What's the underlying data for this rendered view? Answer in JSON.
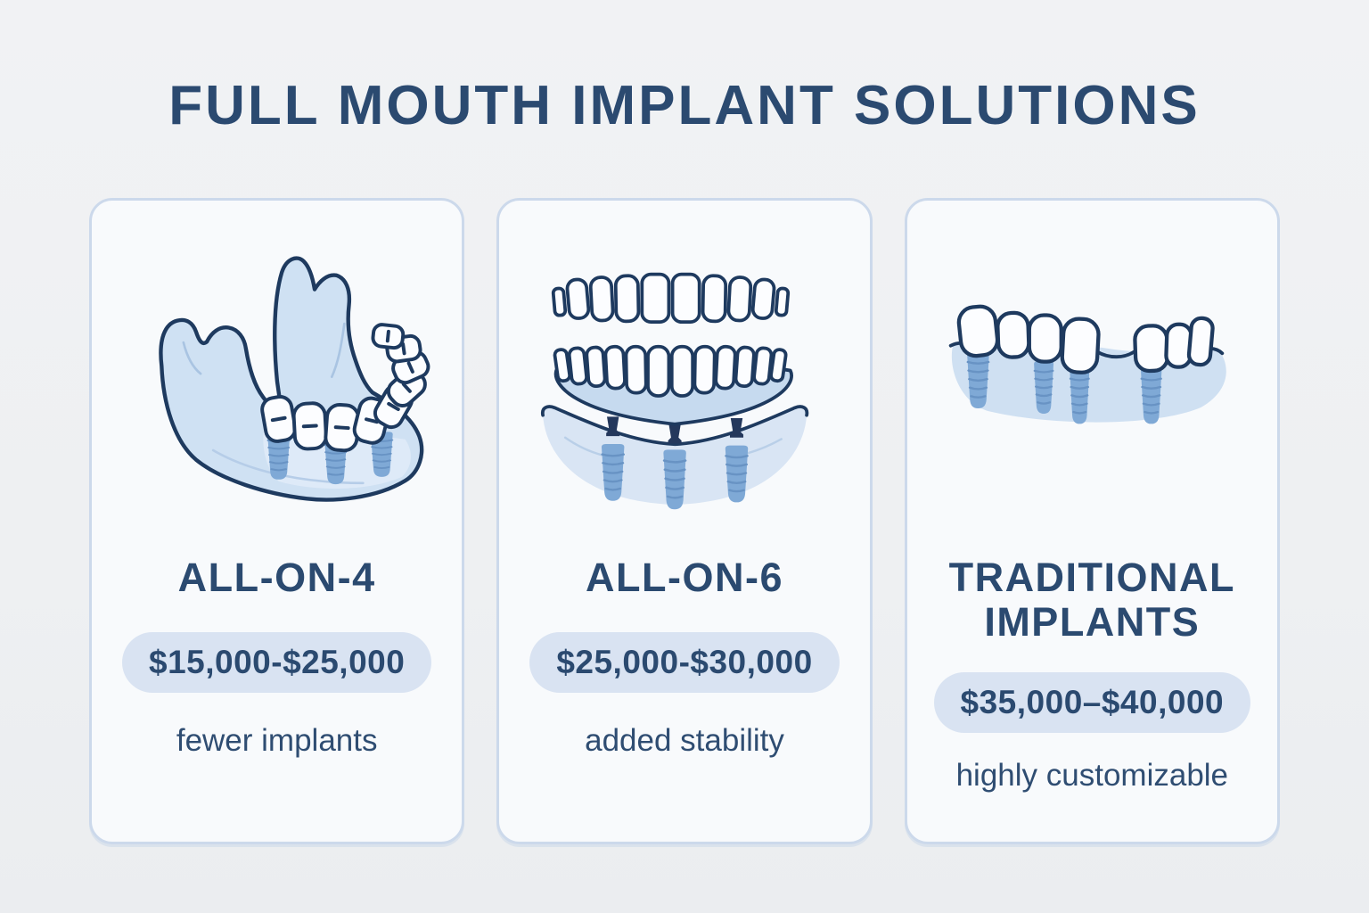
{
  "title": "FULL MOUTH IMPLANT SOLUTIONS",
  "colors": {
    "background": "#eff1f3",
    "card_background": "#f8fafc",
    "card_border": "#ccd9eb",
    "heading_navy": "#2b4a70",
    "outline_navy": "#1e3a5f",
    "price_pill_background": "#d9e3f2",
    "bone_fill": "#cfe1f3",
    "gum_fill": "#c6daef",
    "implant_blue": "#7fa9d6",
    "tooth_white": "#fcfdff"
  },
  "cards": [
    {
      "id": "all-on-4",
      "title": "ALL-ON-4",
      "price": "$15,000-$25,000",
      "note": "fewer implants",
      "illustration": "lower-jaw-with-4-implants"
    },
    {
      "id": "all-on-6",
      "title": "ALL-ON-6",
      "price": "$25,000-$30,000",
      "note": "added stability",
      "illustration": "full-dentures-on-6-implants"
    },
    {
      "id": "traditional",
      "title": "TRADITIONAL IMPLANTS",
      "price": "$35,000–$40,000",
      "note": "highly customizable",
      "illustration": "individual-implants-bridge"
    }
  ]
}
